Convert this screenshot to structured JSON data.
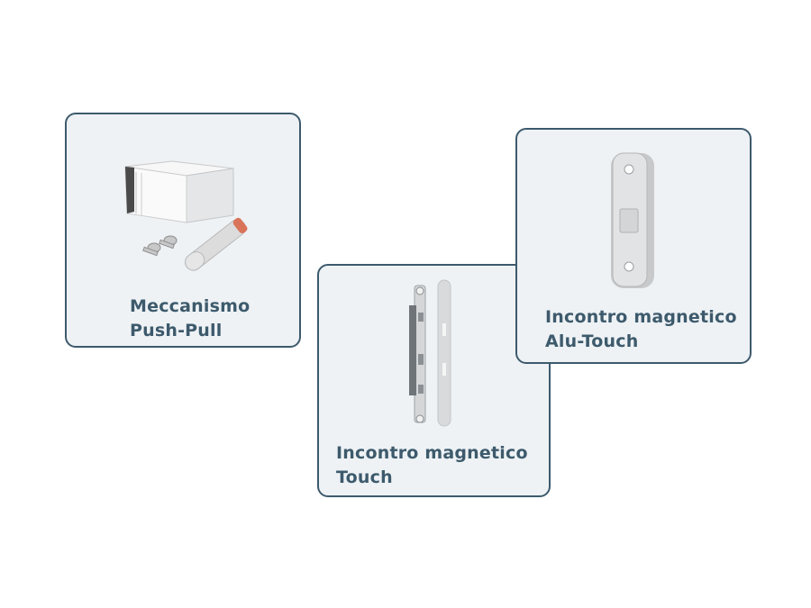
{
  "cards": [
    {
      "line1": "Meccanismo",
      "line2": "Push-Pull"
    },
    {
      "line1": "Incontro magnetico",
      "line2": "Touch"
    },
    {
      "line1": "Incontro magnetico",
      "line2": "Alu-Touch"
    }
  ]
}
